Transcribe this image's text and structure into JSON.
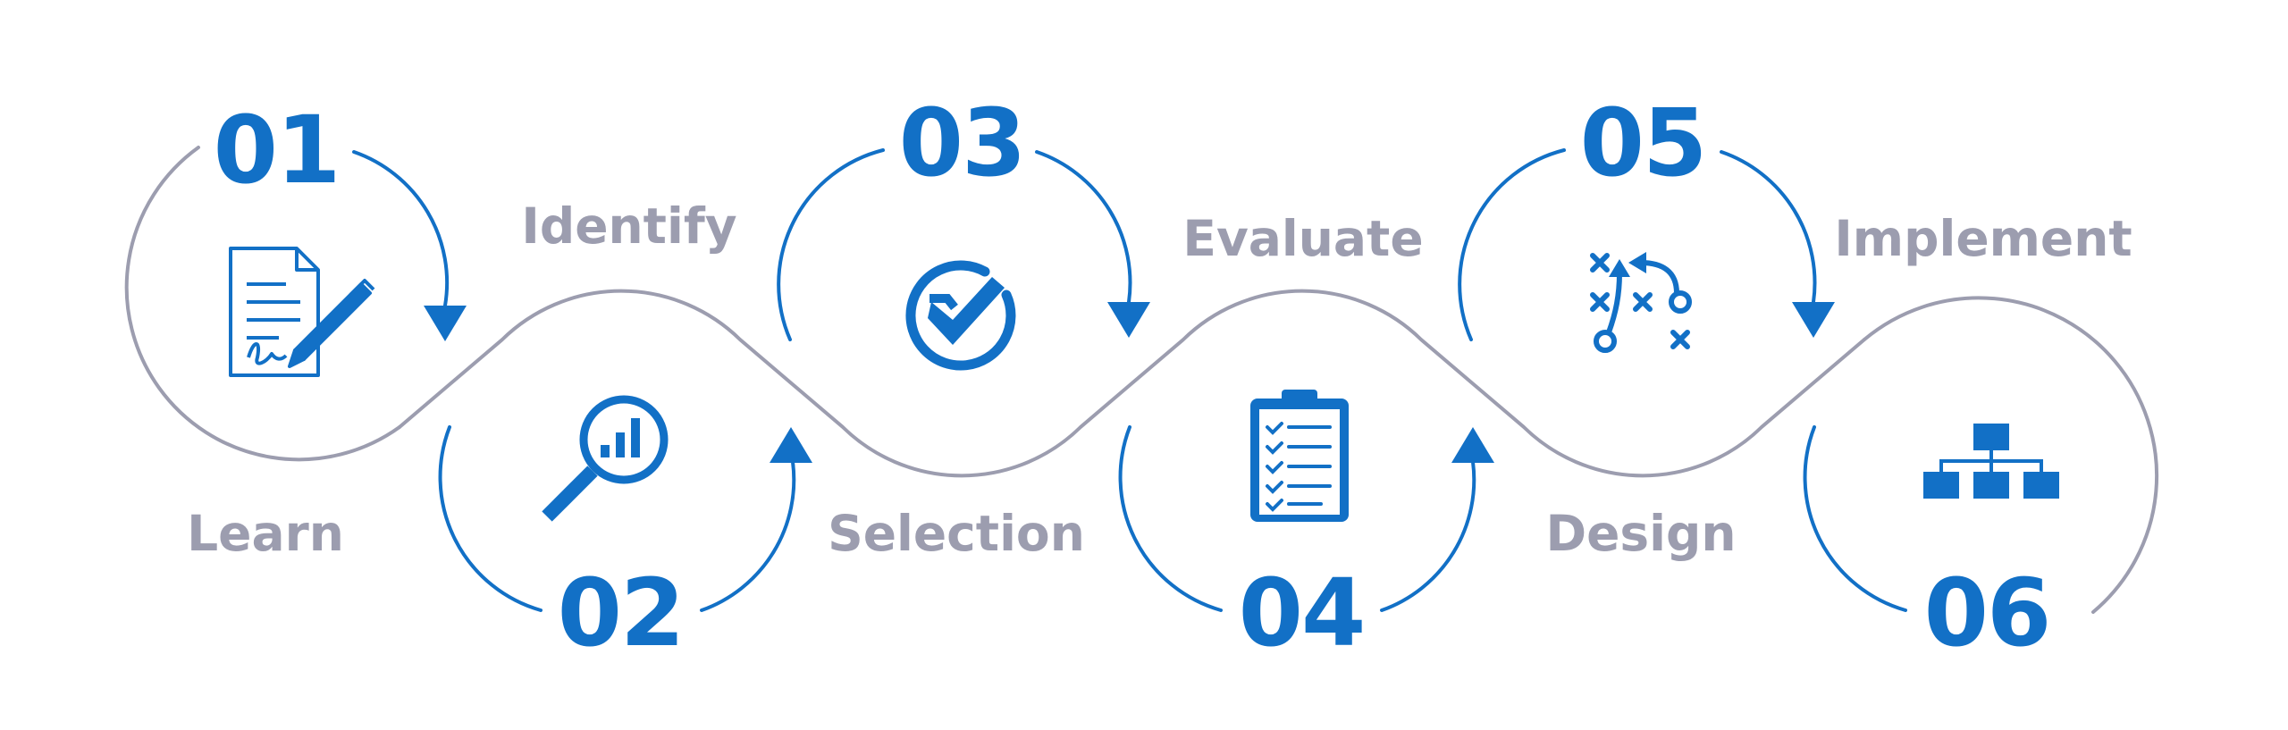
{
  "colors": {
    "accent": "#1270c6",
    "line": "#9c9daf",
    "label": "#9c9daf"
  },
  "steps": [
    {
      "number": "01",
      "label": "Learn",
      "icon": "signed-document-icon"
    },
    {
      "number": "02",
      "label": "Identify",
      "icon": "magnifier-chart-icon"
    },
    {
      "number": "03",
      "label": "Selection",
      "icon": "check-circle-icon"
    },
    {
      "number": "04",
      "label": "Evaluate",
      "icon": "clipboard-checklist-icon"
    },
    {
      "number": "05",
      "label": "Design",
      "icon": "strategy-play-icon"
    },
    {
      "number": "06",
      "label": "Implement",
      "icon": "org-chart-icon"
    }
  ]
}
